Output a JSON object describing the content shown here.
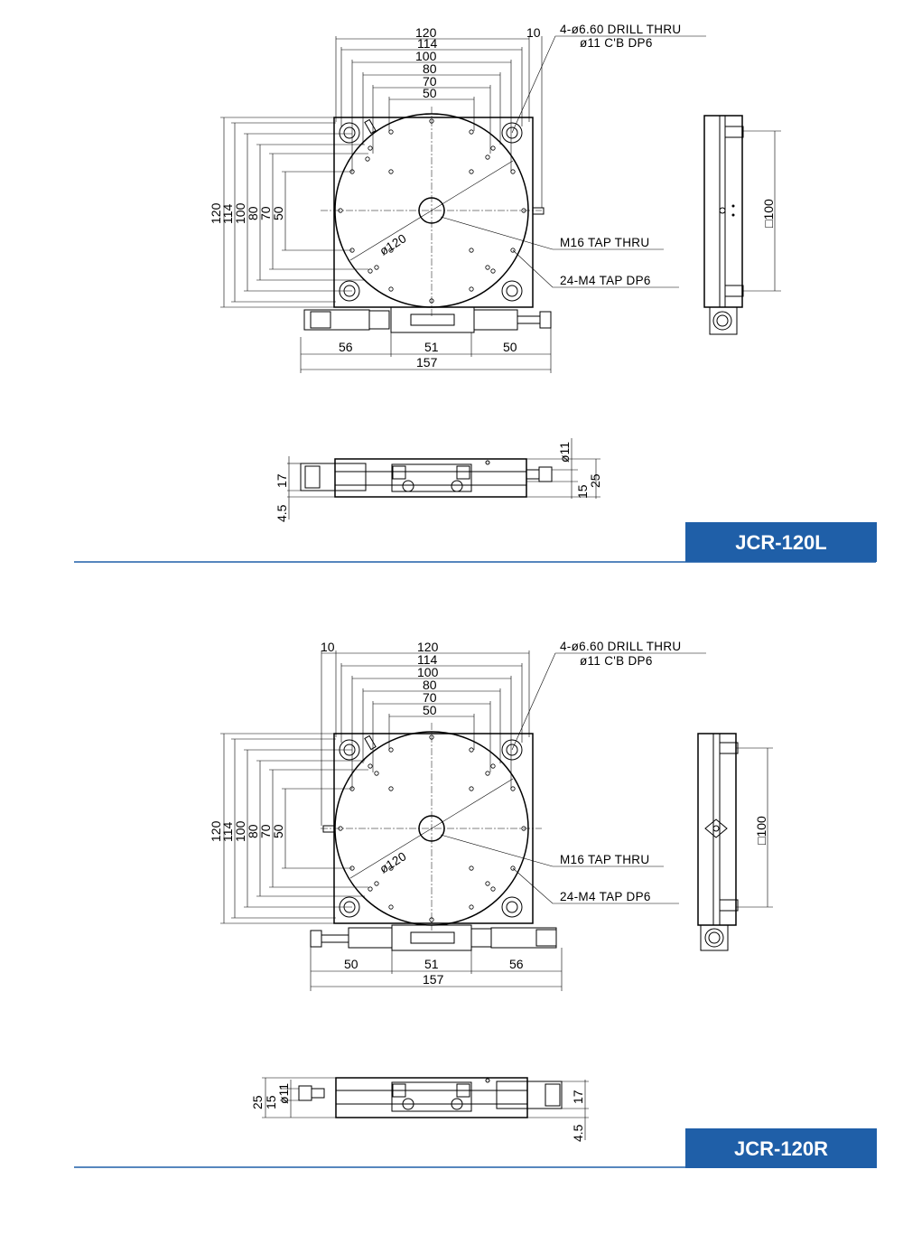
{
  "models": {
    "top": "JCR-120L",
    "bottom": "JCR-120R"
  },
  "notes": {
    "drill": "4-ø6.60 DRILL THRU",
    "cbore": "ø11 C'B DP6",
    "center_tap": "M16 TAP THRU",
    "tap_holes": "24-M4 TAP DP6",
    "diameter": "ø120",
    "square": "□100"
  },
  "dims": {
    "horizontal": [
      "120",
      "114",
      "100",
      "80",
      "70",
      "50"
    ],
    "vertical": [
      "120",
      "114",
      "100",
      "80",
      "70",
      "50"
    ],
    "offset": "10",
    "span_left": "56",
    "span_mid": "51",
    "span_right": "50",
    "total": "157",
    "side_d": "ø11",
    "side_15": "15",
    "side_25": "25",
    "side_17": "17",
    "side_45": "4.5"
  },
  "colors": {
    "badge": "#1f5fa8",
    "line": "#000000"
  }
}
